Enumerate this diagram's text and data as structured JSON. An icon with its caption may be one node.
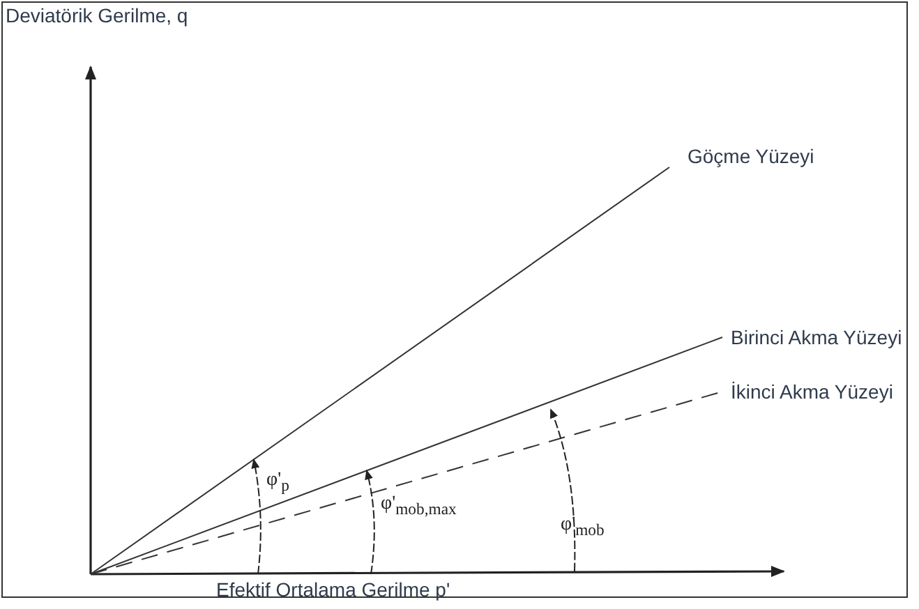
{
  "diagram": {
    "labels": [
      "Deviatörik Gerilme, q",
      "Göçme Yüzeyi",
      "Birinci Akma Yüzeyi",
      "İkinci Akma Yüzeyi",
      "φ'$_{p}$",
      "φ'$_{mob,max}$",
      "φ'$_{mob}$",
      "Efektif Ortalama Gerilme p'"
    ]
  }
}
